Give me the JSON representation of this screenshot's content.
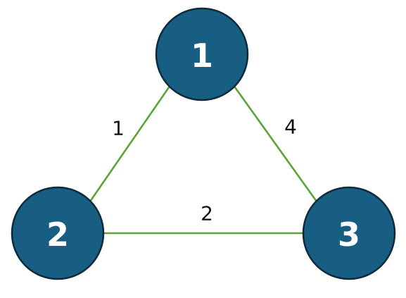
{
  "colors": {
    "node_fill": "#185e83",
    "node_stroke": "#0e2a3d",
    "edge": "#5aa536",
    "node_text": "#ffffff",
    "weight_text": "#111111"
  },
  "graph": {
    "nodes": [
      {
        "id": "n1",
        "label": "1"
      },
      {
        "id": "n2",
        "label": "2"
      },
      {
        "id": "n3",
        "label": "3"
      }
    ],
    "edges": [
      {
        "from": "1",
        "to": "2",
        "weight": "1"
      },
      {
        "from": "1",
        "to": "3",
        "weight": "4"
      },
      {
        "from": "2",
        "to": "3",
        "weight": "2"
      }
    ]
  }
}
